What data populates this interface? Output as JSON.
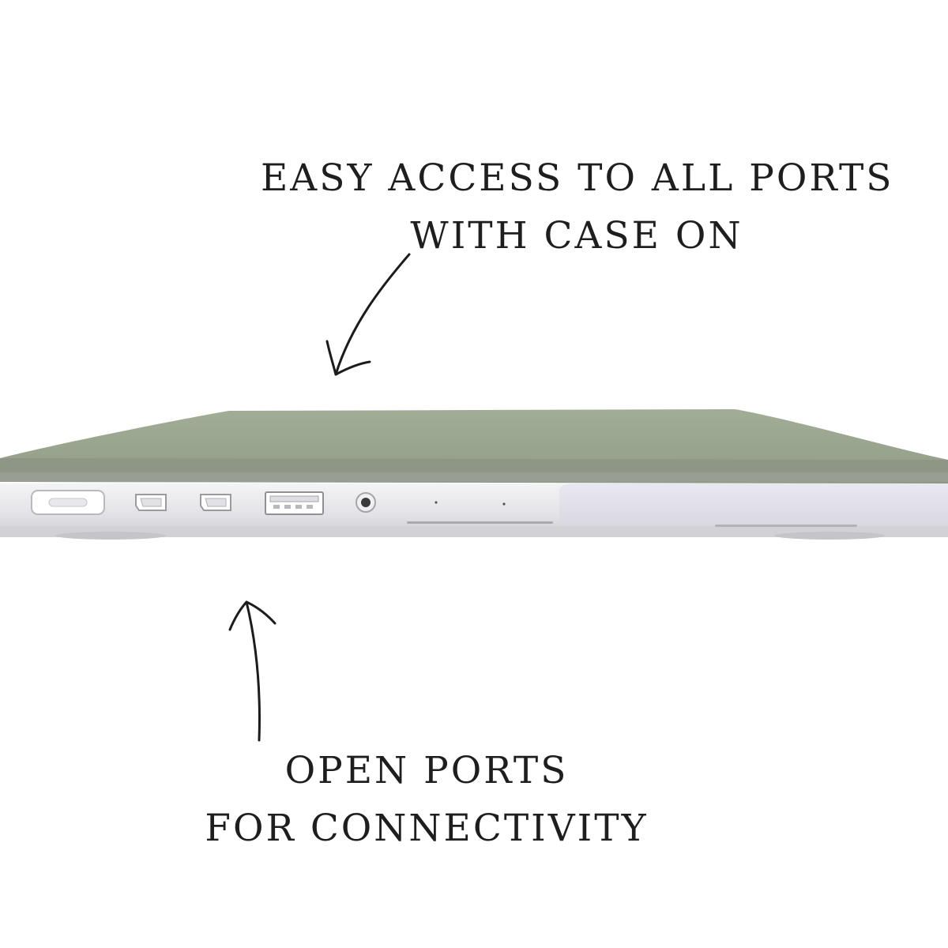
{
  "captions": {
    "top": {
      "line1": "EASY ACCESS TO ALL PORTS",
      "line2": "WITH CASE ON"
    },
    "bottom": {
      "line1": "OPEN PORTS",
      "line2": "FOR CONNECTIVITY"
    }
  },
  "colors": {
    "case_shell": "#9aa78f",
    "case_edge": "#8c9584",
    "laptop_body": "#e4e4e8",
    "background": "#ffffff",
    "text": "#1e1e1e"
  }
}
